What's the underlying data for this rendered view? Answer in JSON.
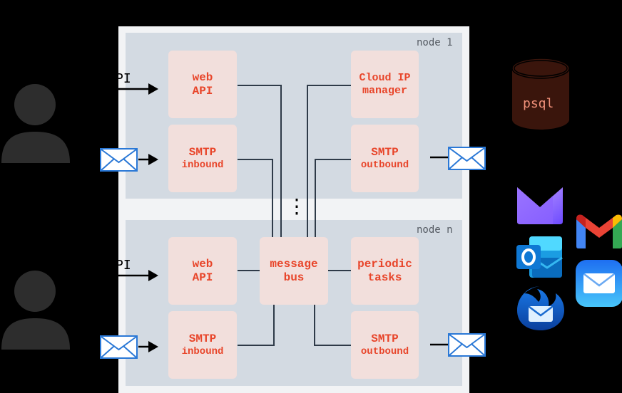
{
  "nodes": [
    {
      "label": "node 1",
      "web_api": [
        "web",
        "API"
      ],
      "smtp_in": [
        "SMTP",
        "inbound"
      ],
      "ip_manager": [
        "Cloud IP",
        "manager"
      ],
      "smtp_out": [
        "SMTP",
        "outbound"
      ]
    },
    {
      "label": "node n",
      "web_api": [
        "web",
        "API"
      ],
      "smtp_in": [
        "SMTP",
        "inbound"
      ],
      "bus": [
        "message",
        "bus"
      ],
      "periodic": [
        "periodic",
        "tasks"
      ],
      "smtp_out": [
        "SMTP",
        "outbound"
      ]
    }
  ],
  "ellipsis": "⋮",
  "api_labels": [
    "PI",
    "PI"
  ],
  "db_label": "psql",
  "icons": [
    "user-icon",
    "envelope-icon",
    "database-icon",
    "proton-mail-icon",
    "gmail-icon",
    "outlook-icon",
    "apple-mail-icon",
    "thunderbird-icon"
  ],
  "colors": {
    "background": "#000000",
    "frame": "#f2f3f5",
    "node": "#d3dae2",
    "box": "#f2dfdc",
    "box_text": "#e8452a",
    "line": "#2e3a48",
    "db_fill": "#3a150c",
    "db_text": "#f2917a"
  }
}
